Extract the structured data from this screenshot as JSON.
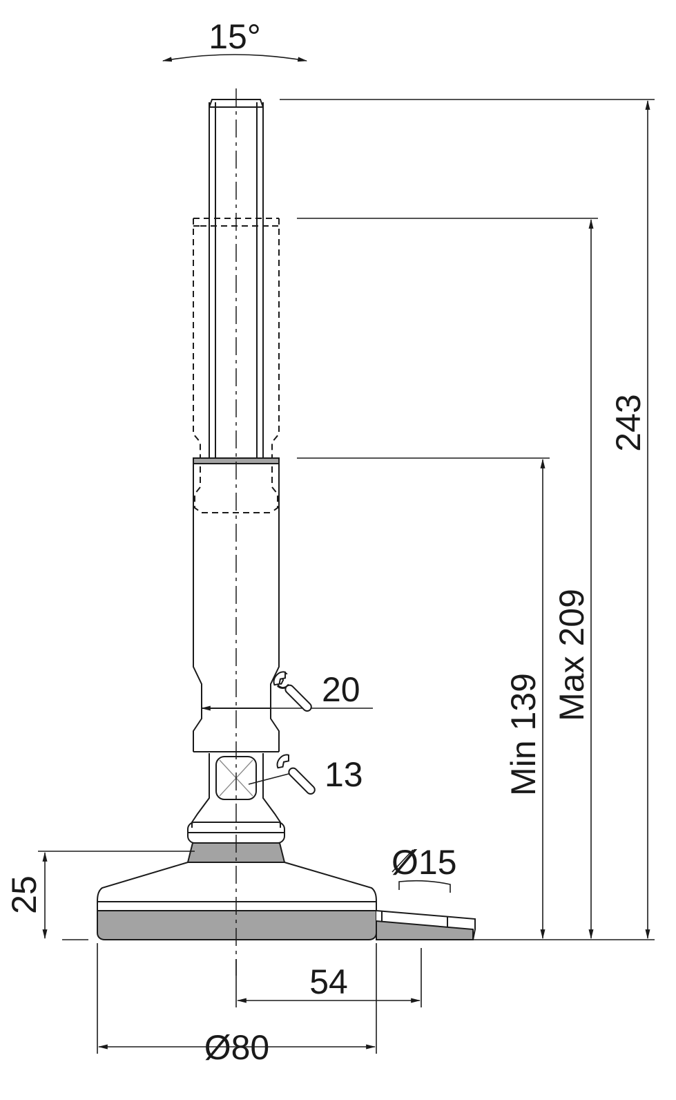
{
  "dimensions": {
    "tilt_angle": "15°",
    "total_height": "243",
    "max_height": "Max 209",
    "min_height": "Min 139",
    "wrench_size_upper": "20",
    "wrench_size_lower": "13",
    "hole_diameter": "Ø15",
    "base_height": "25",
    "hole_offset": "54",
    "base_diameter": "Ø80"
  },
  "colors": {
    "line": "#1a1a1a",
    "rubber_pad": "#a3a3a3",
    "background": "#ffffff"
  }
}
